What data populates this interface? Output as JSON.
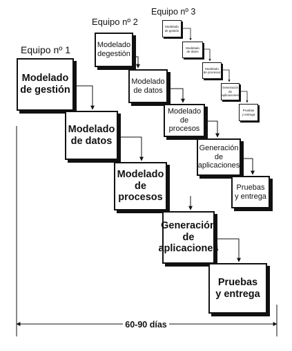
{
  "teams": [
    {
      "label": "Equipo nº 1",
      "boxes": [
        "Modelado\nde gestión",
        "Modelado\nde datos",
        "Modelado\nde procesos",
        "Generación\nde\naplicaciones",
        "Pruebas\ny entrega"
      ]
    },
    {
      "label": "Equipo nº 2",
      "boxes": [
        "Modelado\ndegestión",
        "Modelado\nde datos",
        "Modelado\nde procesos",
        "Generación\nde\naplicaciones",
        "Pruebas\ny entrega"
      ]
    },
    {
      "label": "Equipo nº 3",
      "boxes": [
        "Modelado\nde gestión",
        "Modelado\nde datos",
        "Modelado\nde procesos",
        "Generación\nde aplicaciones",
        "Pruebas\ny entrega"
      ]
    }
  ],
  "duration": "60-90 días"
}
